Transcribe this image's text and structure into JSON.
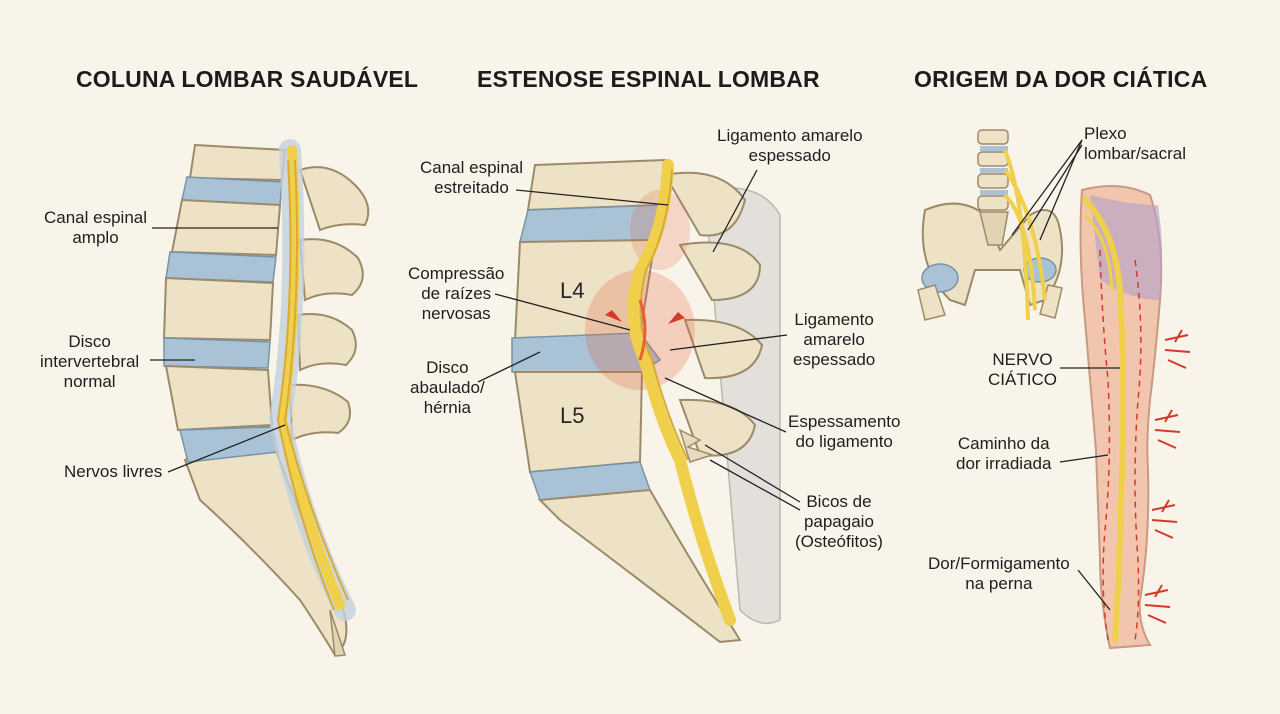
{
  "titles": {
    "healthy": "COLUNA LOMBAR SAUDÁVEL",
    "stenosis": "ESTENOSE ESPINAL LOMBAR",
    "sciatica": "ORIGEM DA DOR CIÁTICA"
  },
  "healthy": {
    "canal_line1": "Canal espinal",
    "canal_line2": "amplo",
    "disc_line1": "Disco",
    "disc_line2": "intervertebral",
    "disc_line3": "normal",
    "nerves": "Nervos livres"
  },
  "stenosis": {
    "canal_line1": "Canal espinal",
    "canal_line2": "estreitado",
    "lig_top_line1": "Ligamento amarelo",
    "lig_top_line2": "espessado",
    "compress_line1": "Compressão",
    "compress_line2": "de raízes",
    "compress_line3": "nervosas",
    "l4": "L4",
    "l5": "L5",
    "lig_mid_line1": "Ligamento",
    "lig_mid_line2": "amarelo",
    "lig_mid_line3": "espessado",
    "disc_line1": "Disco",
    "disc_line2": "abaulado/",
    "disc_line3": "hérnia",
    "thick_line1": "Espessamento",
    "thick_line2": "do ligamento",
    "osteo_line1": "Bicos de",
    "osteo_line2": "papagaio",
    "osteo_line3": "(Osteófitos)"
  },
  "sciatica": {
    "plexus_line1": "Plexo",
    "plexus_line2": "lombar/sacral",
    "nerve_line1": "NERVO",
    "nerve_line2": "CIÁTICO",
    "path_line1": "Caminho da",
    "path_line2": "dor irradiada",
    "tingle_line1": "Dor/Formigamento",
    "tingle_line2": "na perna"
  },
  "colors": {
    "bone": "#ede2c6",
    "bone_outline": "#9c8a68",
    "disc": "#a9c2d6",
    "nerve": "#f0cf4a",
    "inflammation": "#e8603a",
    "skin": "#f2c6ae"
  }
}
